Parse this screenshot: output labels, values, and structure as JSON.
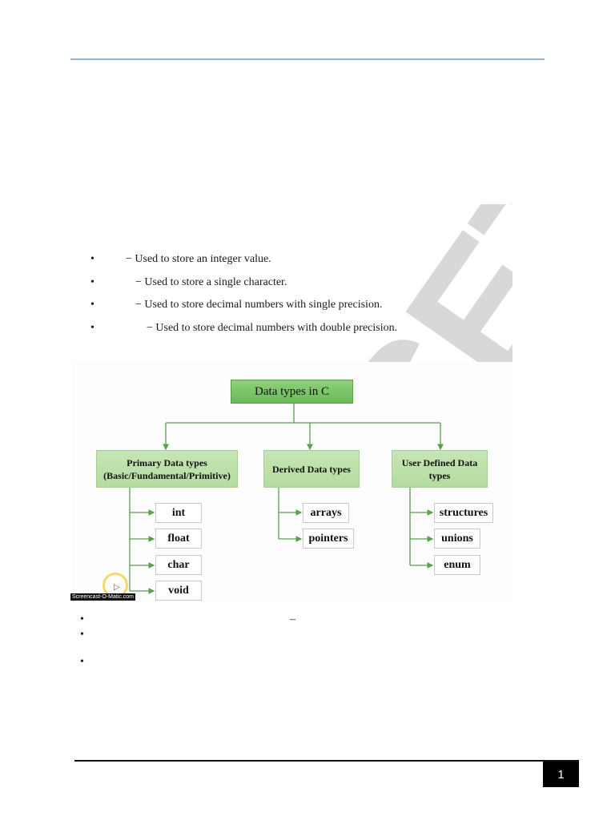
{
  "bullets_top": [
    {
      "dot": "•",
      "text": "− Used to store an integer value."
    },
    {
      "dot": "•",
      "text": "− Used to store a single character."
    },
    {
      "dot": "•",
      "text": "− Used to store decimal numbers with single precision."
    },
    {
      "dot": "•",
      "text": "− Used to store decimal numbers with double precision."
    }
  ],
  "watermark": "CSET",
  "diagram": {
    "root": "Data types in C",
    "primary": {
      "line1": "Primary Data types",
      "line2": "(Basic/Fundamental/Primitive)",
      "items": [
        "int",
        "float",
        "char",
        "void"
      ]
    },
    "derived": {
      "label": "Derived Data types",
      "items": [
        "arrays",
        "pointers"
      ]
    },
    "user": {
      "line1": "User Defined Data",
      "line2": "types",
      "items": [
        "structures",
        "unions",
        "enum"
      ]
    },
    "overlay": "Screencast-O-Matic.com",
    "colors": {
      "root": "#6cb85a",
      "category": "#b4dba0",
      "line": "#5aa04a"
    }
  },
  "bullets_bottom": [
    {
      "dot": "•",
      "text": "–"
    },
    {
      "dot": "•",
      "text": ""
    },
    {
      "dot": "•",
      "text": ""
    }
  ],
  "footer": {
    "page_number": "1"
  }
}
